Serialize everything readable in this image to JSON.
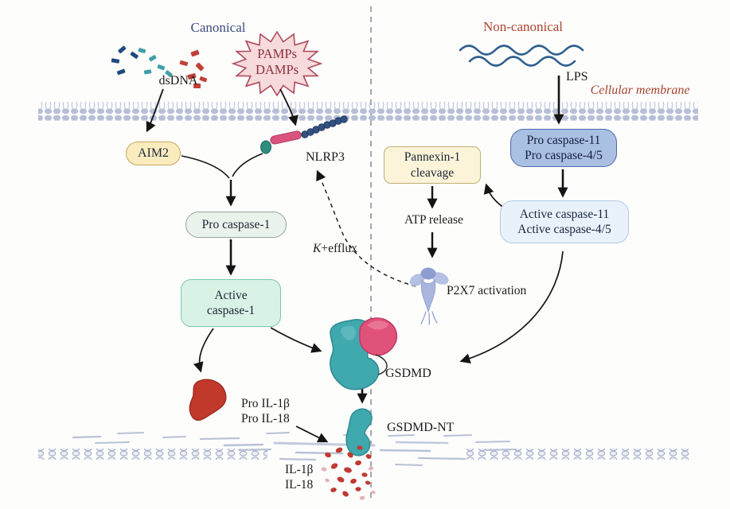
{
  "figure": {
    "canonical_title": "Canonical",
    "noncanonical_title": "Non-canonical",
    "membrane_label": "Cellular membrane"
  },
  "canonical": {
    "dsdna_label": "dsDNA",
    "pamps_line1": "PAMPs",
    "pamps_line2": "DAMPs",
    "aim2_label": "AIM2",
    "nlrp3_label": "NLRP3",
    "pro_caspase1_label": "Pro caspase-1",
    "active_caspase1_line1": "Active",
    "active_caspase1_line2": "caspase-1",
    "k_efflux_k": "K",
    "k_efflux_rest": "+efflux",
    "pro_il_line1": "Pro IL-1β",
    "pro_il_line2": "Pro IL-18"
  },
  "noncanonical": {
    "lps_label": "LPS",
    "pro_caspase11_line1": "Pro caspase-11",
    "pro_caspase11_line2": "Pro caspase-4/5",
    "active_caspase11_line1": "Active caspase-11",
    "active_caspase11_line2": "Active caspase-4/5",
    "pannexin_line1": "Pannexin-1",
    "pannexin_line2": "cleavage",
    "atp_label": "ATP release",
    "p2x7_label": "P2X7 activation"
  },
  "pyroptosis": {
    "gsdmd_label": "GSDMD",
    "gsdmd_nt_label": "GSDMD-NT",
    "il_line1": "IL-1β",
    "il_line2": "IL-18"
  },
  "colors": {
    "canonical_title": "#3d4e80",
    "noncanonical_title": "#a8432e",
    "membrane_heads": "#b7bed6",
    "aim2_fill": "#fbecbe",
    "pro_caspase1_fill": "#eaf2ec",
    "active_caspase1_fill": "#d9f2e6",
    "pannexin_fill": "#fbf4d9",
    "pro_caspase11_fill": "#a9c0e3",
    "active_caspase11_fill": "#e9f2fb",
    "pamps_fill": "#f7dadb",
    "pamps_border": "#ae4a5e",
    "gsdmd_teal": "#3fa9ae",
    "gsdmd_pink": "#e1527a",
    "il_red": "#c0392b",
    "p2x7_purple": "#aab6de",
    "lps_wave": "#2f5f8f",
    "arrow": "#141414"
  }
}
